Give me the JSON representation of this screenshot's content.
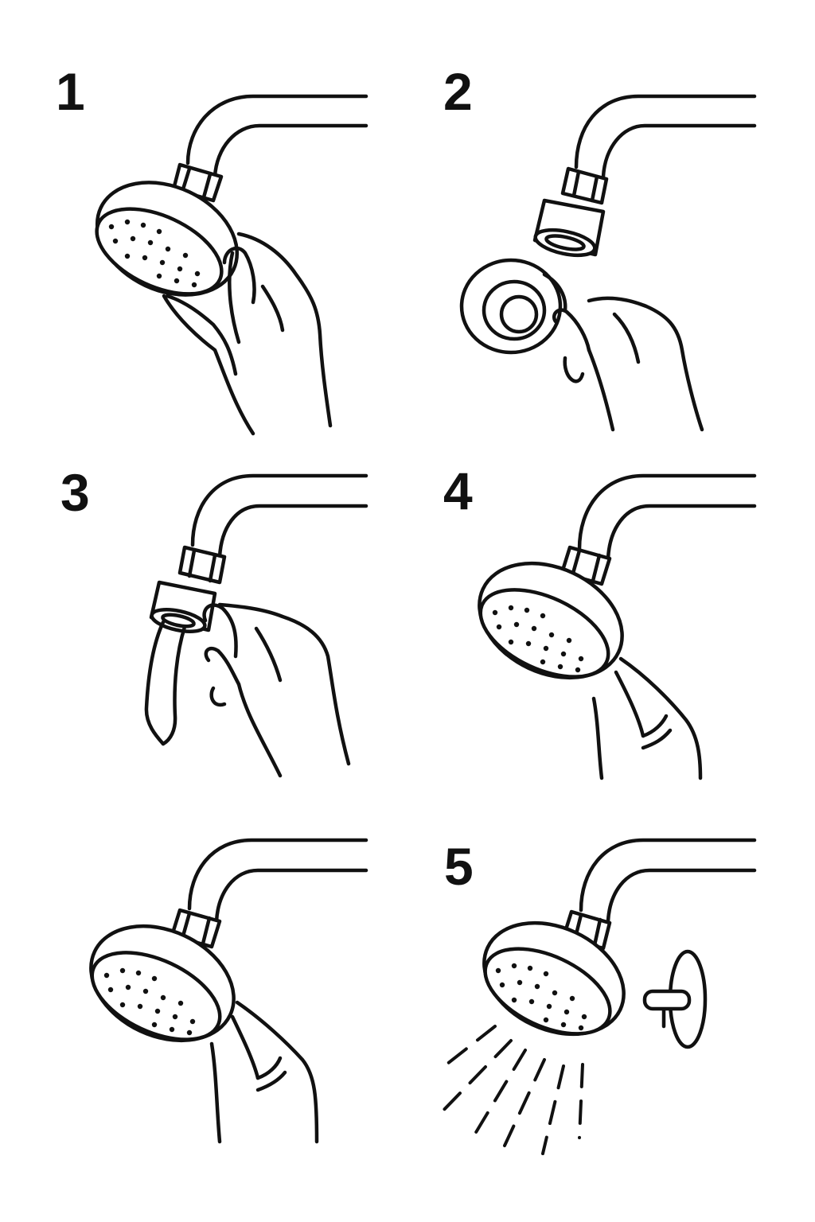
{
  "steps": [
    {
      "number": "1"
    },
    {
      "number": "2"
    },
    {
      "number": "3"
    },
    {
      "number": "4"
    },
    {
      "number": ""
    },
    {
      "number": "5"
    }
  ],
  "colors": {
    "line": "#111111",
    "background": "#ffffff"
  }
}
